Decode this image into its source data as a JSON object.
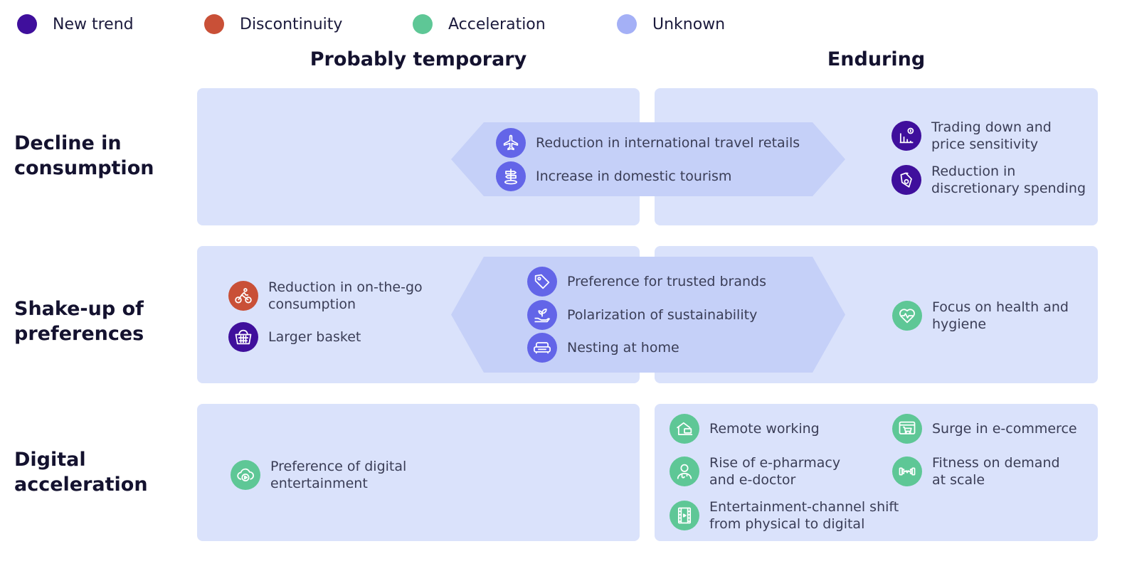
{
  "colors": {
    "new_trend": "#3f0f9c",
    "discontinuity": "#c95037",
    "acceleration": "#5ec796",
    "unknown": "#a4b0f6",
    "hub": "#6365e8",
    "panel": "#dae2fb",
    "hexagon": "#c5d0f8"
  },
  "legend": [
    {
      "label": "New trend",
      "color": "#3f0f9c"
    },
    {
      "label": "Discontinuity",
      "color": "#c95037"
    },
    {
      "label": "Acceleration",
      "color": "#5ec796"
    },
    {
      "label": "Unknown",
      "color": "#a4b0f6"
    }
  ],
  "columns": {
    "temporary": "Probably temporary",
    "enduring": "Enduring"
  },
  "rows": {
    "decline": "Decline in consumption",
    "shakeup": "Shake-up of preferences",
    "digital": "Digital acceleration"
  },
  "items": {
    "intl_travel": {
      "label": "Reduction in international travel retails",
      "icon": "airplane-icon"
    },
    "domestic_tourism": {
      "label": "Increase in domestic tourism",
      "icon": "signpost-icon"
    },
    "trading_down": {
      "label": "Trading down and price sensitivity",
      "icon": "price-chart-icon"
    },
    "discretionary": {
      "label": "Reduction in discretionary spending",
      "icon": "price-tag-icon"
    },
    "on_the_go": {
      "label": "Reduction in on-the-go consumption",
      "icon": "cyclist-icon"
    },
    "larger_basket": {
      "label": "Larger basket",
      "icon": "basket-icon"
    },
    "trusted_brands": {
      "label": "Preference for trusted brands",
      "icon": "tag-icon"
    },
    "sustainability": {
      "label": "Polarization of sustainability",
      "icon": "plant-in-hand-icon"
    },
    "nesting": {
      "label": "Nesting at home",
      "icon": "sofa-icon"
    },
    "health": {
      "label": "Focus on health and hygiene",
      "icon": "heart-pulse-icon"
    },
    "digital_ent": {
      "label": "Preference of digital entertainment",
      "icon": "cloud-play-icon"
    },
    "remote": {
      "label": "Remote working",
      "icon": "home-laptop-icon"
    },
    "ecommerce": {
      "label": "Surge in e-commerce",
      "icon": "shopping-cart-screen-icon"
    },
    "epharmacy": {
      "label": "Rise of e-pharmacy and e-doctor",
      "icon": "doctor-icon"
    },
    "fitness": {
      "label": "Fitness on demand at scale",
      "icon": "dumbbell-icon"
    },
    "ent_channel": {
      "label": "Entertainment-channel shift from physical to digital",
      "icon": "film-strip-icon"
    }
  }
}
